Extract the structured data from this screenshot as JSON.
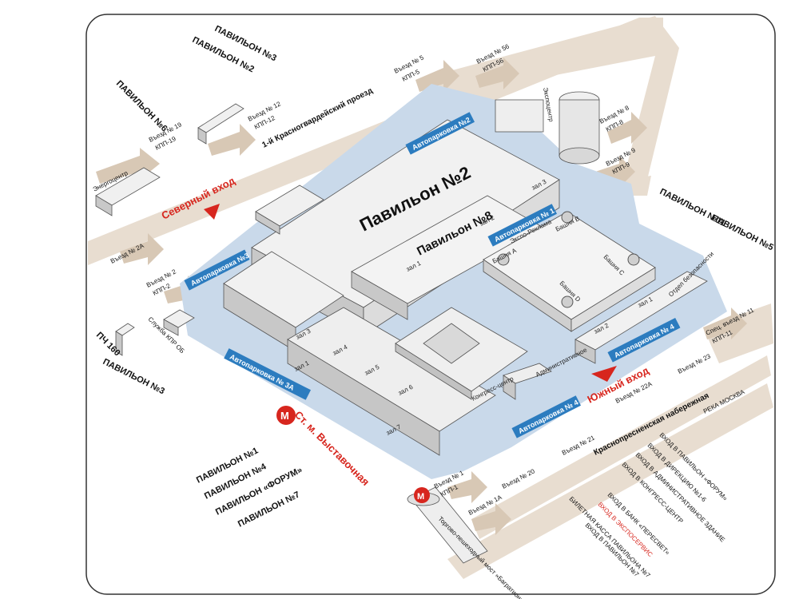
{
  "colors": {
    "road": "#e8ddd0",
    "arrow": "#d8c8b5",
    "paved": "#c9d9ea",
    "lot": "#2c7cbf",
    "building_top": "#f1f1f1",
    "building_side": "#c8c8c8",
    "accent_red": "#d7261e",
    "frame": "#333333"
  },
  "pavilion_labels": {
    "p3_top": "ПАВИЛЬОН №3",
    "p2_top": "ПАВИЛЬОН №2",
    "p6": "ПАВИЛЬОН №6",
    "p11": "ПАВИЛЬОН №11",
    "p5": "ПАВИЛЬОН №5",
    "p3_left": "ПАВИЛЬОН №3",
    "p1": "ПАВИЛЬОН №1",
    "p4": "ПАВИЛЬОН №4",
    "forum": "ПАВИЛЬОН «ФОРУМ»",
    "p7": "ПАВИЛЬОН №7",
    "pch160": "ПЧ 160"
  },
  "buildings": {
    "pav2": "Павильон №2",
    "pav8": "Павильон №8",
    "energo": "Энергоцентр",
    "kpr": "Служба КПР ОБ",
    "tower_a": "Башня A",
    "tower_b": "Башня B",
    "tower_c": "Башня C",
    "tower_d": "Башня D",
    "expo": "Экспо-Реклама",
    "admin": "Административное",
    "congress": "Конгресс-центр",
    "security": "Отдел безопасности",
    "expoc": "Экспоцентр"
  },
  "halls": [
    "зал 1",
    "зал 2",
    "зал 3",
    "зал 4",
    "зал 5",
    "зал 6",
    "зал 7",
    "зал 3",
    "зал 1",
    "зал 2",
    "зал 1"
  ],
  "parking": {
    "p1": "Автопарковка № 1",
    "p2": "Автопарковка №2",
    "p3": "Автопарковка №3",
    "p3a": "Автопарковка № 3А",
    "p4a": "Автопарковка № 4",
    "p4b": "Автопарковка № 4"
  },
  "entrances": {
    "north": "Северный вход",
    "south": "Южный вход"
  },
  "streets": {
    "kr1": "1-й Красногвардейский проезд",
    "emb": "Краснопресненская набережная",
    "river": "РЕКА МОСКВА"
  },
  "metro": {
    "icon_letter": "М",
    "station": "Ст. м. Выставочная",
    "bridge": "Торгово-пешеходный мост «Багратион»"
  },
  "exits": {
    "e19": "Въезд № 19",
    "kpp19": "КПП-19",
    "e12": "Въезд № 12",
    "kpp12": "КПП-12",
    "e5": "Въезд № 5",
    "kpp5": "КПП-5",
    "e56": "Въезд № 56",
    "kpp56": "КПП-56",
    "e8": "Въезд № 8",
    "kpp8": "КПП-8",
    "e9": "Въезд № 9",
    "kpp9": "КПП-9",
    "e2a": "Въезд № 2А",
    "e2": "Въезд № 2",
    "kpp2": "КПП-2",
    "e11": "Спец. въезд № 11",
    "kpp11": "КПП-11",
    "e23": "Въезд № 23",
    "e22a": "Въезд № 22А",
    "e21": "Въезд № 21",
    "e20": "Въезд № 20",
    "e1": "Въезд № 1",
    "kpp1": "КПП-1",
    "e1a": "Въезд № 1А"
  },
  "entry_notes": [
    {
      "text": "ВХОД В ПАВИЛЬОН «ФОРУМ»",
      "red": false
    },
    {
      "text": "ВХОД В ДИРЕКЦИЮ №1-6",
      "red": false
    },
    {
      "text": "ВХОД В АДМИНИСТРАТИВНОЕ ЗДАНИЕ",
      "red": false
    },
    {
      "text": "ВХОД В КОНГРЕСС-ЦЕНТР",
      "red": false
    },
    {
      "text": "ВХОД В БАНК «ПЕРЕСВЕТ»",
      "red": false
    },
    {
      "text": "ВХОД В ЭКСПОСЕРВИС",
      "red": true
    },
    {
      "text": "БИЛЕТНАЯ КАССА ПАВИЛЬОНА №7",
      "red": false
    },
    {
      "text": "ВХОД В ПАВИЛЬОН №7",
      "red": false
    }
  ]
}
